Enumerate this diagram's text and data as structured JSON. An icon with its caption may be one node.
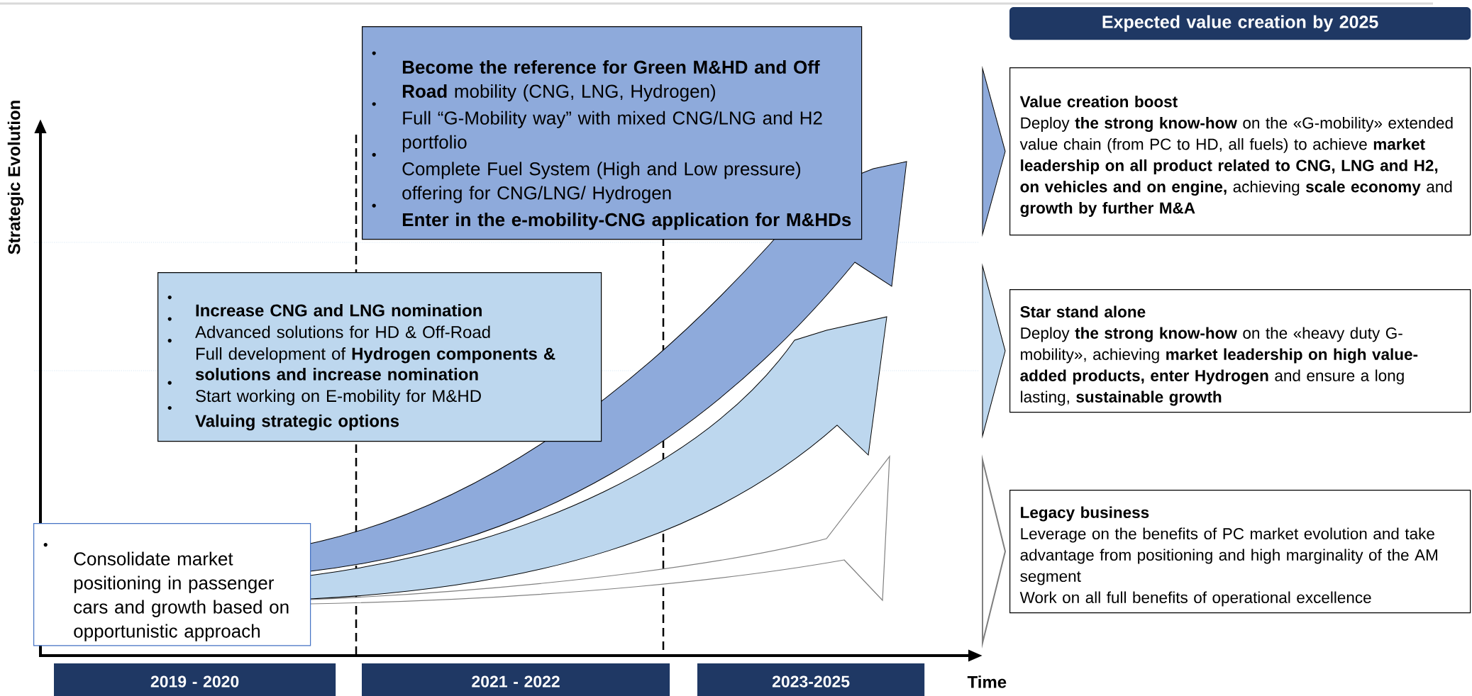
{
  "diagram": {
    "nodes": [
      {
        "text": [
          "**Become the reference for Green M&HD and Off Road** mobility (CNG, LNG, Hydrogen)",
          "Full “G-Mobility way” with mixed CNG/LNG and H2 portfolio",
          "Complete Fuel System (High and Low pressure) offering for CNG/LNG/ Hydrogen",
          "Enter in the e-mobility-CNG application for M&HDs"
        ]
      },
      {
        "text": [
          "Increase CNG and LNG nomination",
          "Advanced solutions for HD & Off-Road",
          "Full development of **Hydrogen components & solutions and increase nomination**",
          "Start working on E-mobility for M&HD",
          "Valuing strategic options"
        ]
      },
      {
        "text": [
          "Consolidate market positioning in passenger cars and growth based on opportunistic approach"
        ]
      },
      {
        "text": [
          "Expected value creation by 2025"
        ]
      },
      {
        "text": [
          "Value creation boost",
          "Deploy **the strong know-how** on the «G-mobility» extended value chain (from PC to HD, all fuels) to achieve **market leadership on all product related to CNG, LNG and H2, on vehicles and on engine,** achieving **scale economy** and **growth by further M&A**"
        ]
      },
      {
        "text": [
          "Star stand alone",
          "Deploy **the strong know-how** on the «heavy duty G-mobility», achieving **market leadership on high value-added products, enter Hydrogen** and ensure a long lasting, **sustainable growth**"
        ]
      },
      {
        "text": [
          "Legacy business",
          "Leverage on the benefits of PC market evolution and take advantage from positioning and high marginality of the AM segment",
          "Work on all full benefits of operational excellence"
        ]
      },
      {
        "text": [
          "2019 - 2020"
        ]
      },
      {
        "text": [
          "2021 - 2022"
        ]
      },
      {
        "text": [
          "2023-2025"
        ]
      }
    ],
    "edges": [
      {
        "from": null,
        "to": 4,
        "arrow": "to",
        "color": "#8eaadb"
      },
      {
        "from": null,
        "to": 5,
        "arrow": "to",
        "color": "#bdd7ee"
      },
      {
        "from": null,
        "to": 6,
        "arrow": "to",
        "color": "#7f7f7f"
      }
    ],
    "labels": [
      "Strategic Evolution",
      "Time"
    ]
  }
}
